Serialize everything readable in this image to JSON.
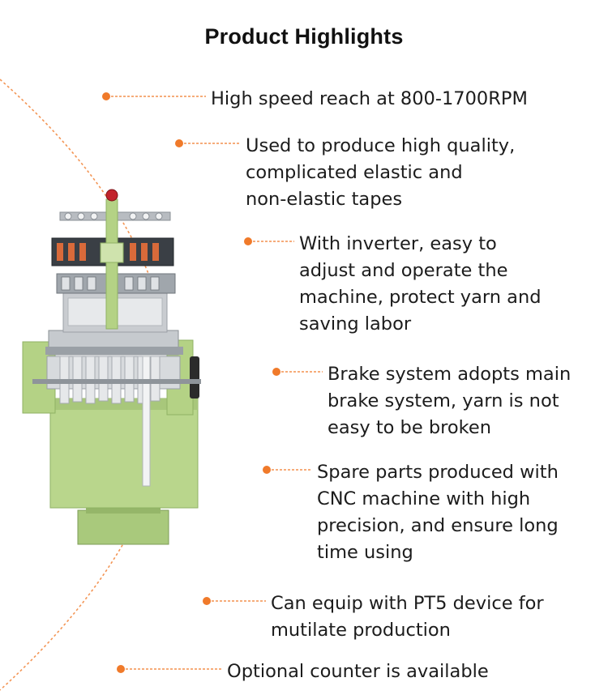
{
  "title": "Product Highlights",
  "colors": {
    "accent": "#f07a2a",
    "machine_body": "#b9d68c",
    "machine_dark": "#8fb264",
    "metal": "#9a9fa6",
    "text": "#1c1c1c"
  },
  "features": [
    {
      "lines": [
        "High speed reach at 800-1700RPM"
      ]
    },
    {
      "lines": [
        "Used to produce high quality,",
        "complicated elastic and",
        "non-elastic tapes"
      ]
    },
    {
      "lines": [
        "With inverter, easy to",
        "adjust and operate the",
        "machine, protect yarn and",
        "saving labor"
      ]
    },
    {
      "lines": [
        "Brake system adopts main",
        "brake system, yarn is not",
        "easy to be broken"
      ]
    },
    {
      "lines": [
        "Spare parts produced with",
        "CNC machine with high",
        "precision, and ensure long",
        "time using"
      ]
    },
    {
      "lines": [
        "Can equip with PT5 device for",
        "mutilate production"
      ]
    },
    {
      "lines": [
        "Optional counter is available"
      ]
    }
  ],
  "image": {
    "subject": "needle-loom-machine"
  }
}
